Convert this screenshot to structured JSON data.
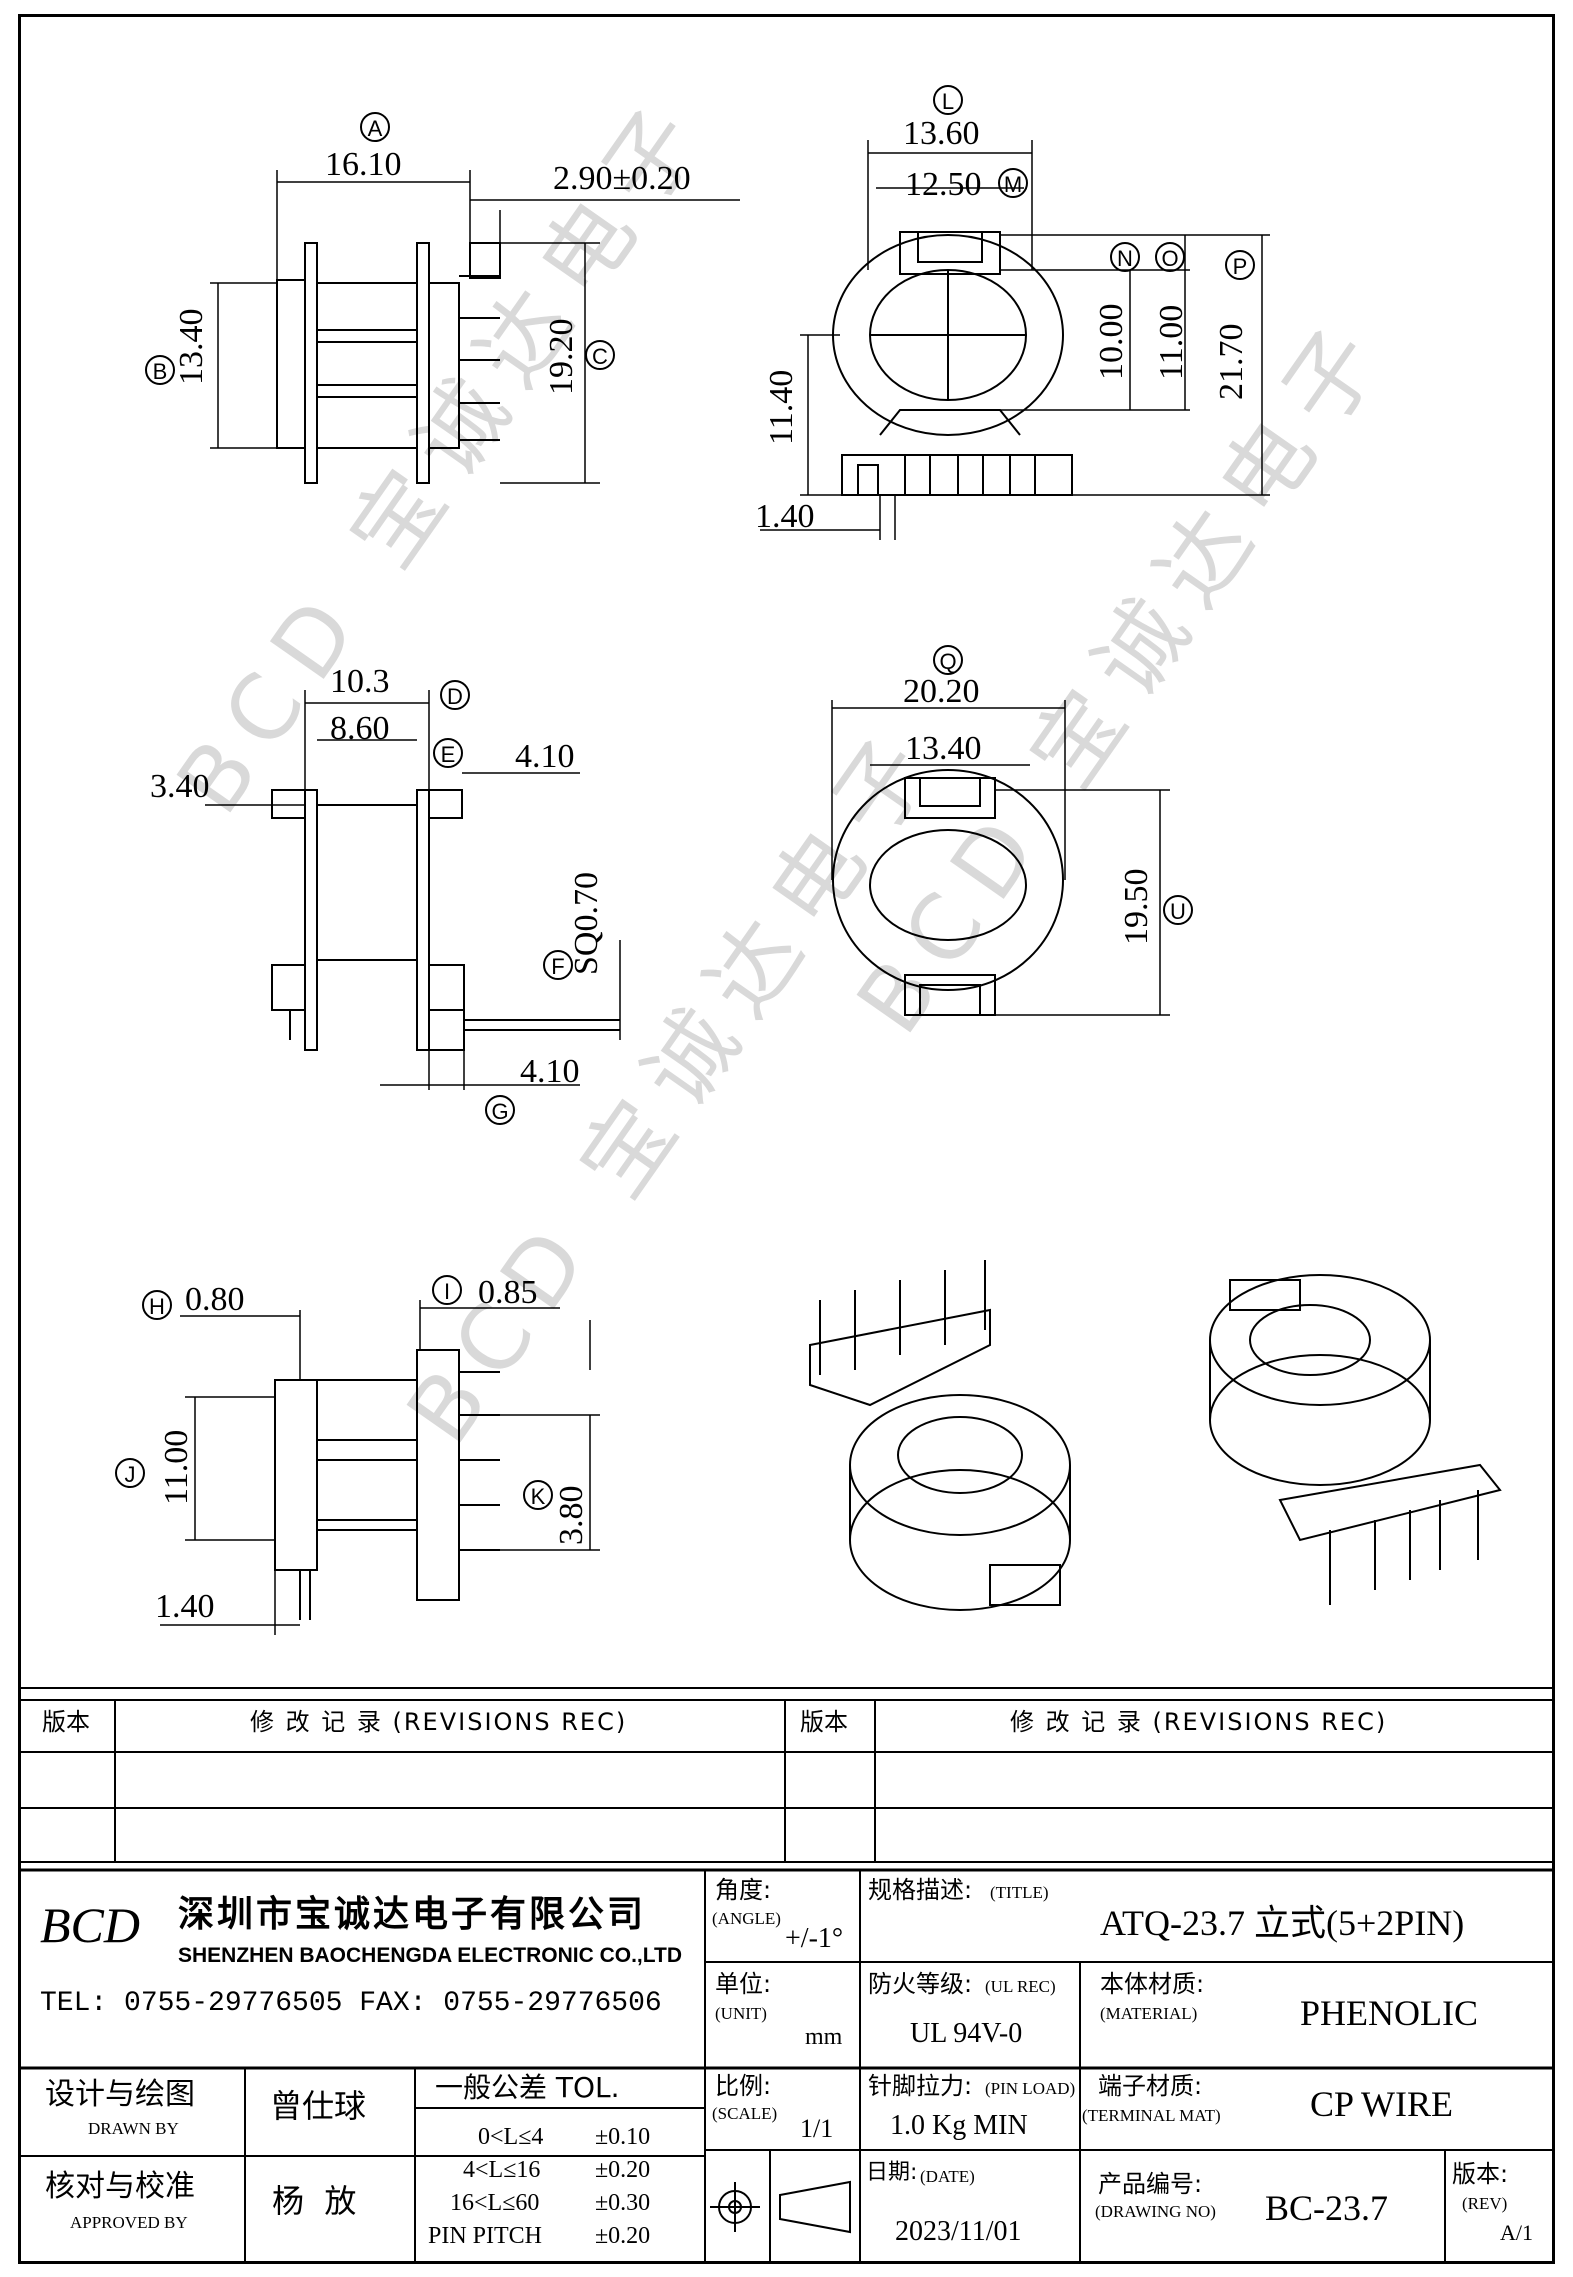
{
  "dimensions": {
    "a_16_10": "16.10",
    "tol_2_90": "2.90±0.20",
    "b_13_40": "13.40",
    "c_19_20": "19.20",
    "l_13_60": "13.60",
    "m_12_50": "12.50",
    "n_10_00": "10.00",
    "o_11_00": "11.00",
    "p_21_70": "21.70",
    "h_11_40": "11.40",
    "w_1_40_top": "1.40",
    "d_10_3": "10.3",
    "e_8_60": "8.60",
    "w_3_40": "3.40",
    "e_4_10_top": "4.10",
    "f_sq": "SQ0.70",
    "g_4_10_bot": "4.10",
    "q_20_20": "20.20",
    "q_13_40": "13.40",
    "u_19_50": "19.50",
    "h_0_80": "0.80",
    "i_0_85": "0.85",
    "j_11_00": "11.00",
    "k_3_80": "3.80",
    "w_1_40_bot": "1.40"
  },
  "markers": {
    "A": "A",
    "B": "B",
    "C": "C",
    "D": "D",
    "E": "E",
    "F": "F",
    "G": "G",
    "H": "H",
    "I": "I",
    "J": "J",
    "K": "K",
    "L": "L",
    "M": "M",
    "N": "N",
    "O": "O",
    "P": "P",
    "Q": "Q",
    "U": "U"
  },
  "watermark": {
    "text1": "BCD 宝诚达电子",
    "text2": "BCD 宝诚达电子",
    "text3": "BCD 宝诚达电子"
  },
  "revisions": {
    "ver_label": "版本",
    "rec_label": "修 改 记 录 (REVISIONS REC)",
    "ver_label2": "版本",
    "rec_label2": "修 改 记 录 (REVISIONS REC)"
  },
  "company": {
    "logo": "BCD",
    "name_cn": "深圳市宝诚达电子有限公司",
    "name_en": "SHENZHEN BAOCHENGDA ELECTRONIC CO.,LTD",
    "tel": "TEL: 0755-29776505  FAX: 0755-29776506"
  },
  "title_block": {
    "angle_label": "角度:",
    "angle_en": "(ANGLE)",
    "angle_value": "+/-1°",
    "title_label": "规格描述:",
    "title_en": "(TITLE)",
    "title_value": "ATQ-23.7 立式(5+2PIN)",
    "unit_label": "单位:",
    "unit_en": "(UNIT)",
    "unit_value": "mm",
    "fire_label": "防火等级:",
    "fire_en": "(UL REC)",
    "fire_value": "UL 94V-0",
    "material_label": "本体材质:",
    "material_en": "(MATERIAL)",
    "material_value": "PHENOLIC",
    "drawn_label": "设计与绘图",
    "drawn_en": "DRAWN BY",
    "drawn_value": "曾仕球",
    "tol_label": "一般公差 TOL.",
    "tol_rows": [
      {
        "range": "0<L≤4",
        "value": "±0.10"
      },
      {
        "range": "4<L≤16",
        "value": "±0.20"
      },
      {
        "range": "16<L≤60",
        "value": "±0.30"
      },
      {
        "range": "PIN PITCH",
        "value": "±0.20"
      }
    ],
    "scale_label": "比例:",
    "scale_en": "(SCALE)",
    "scale_value": "1/1",
    "pin_label": "针脚拉力:",
    "pin_en": "(PIN LOAD)",
    "pin_value": "1.0 Kg MIN",
    "terminal_label": "端子材质:",
    "terminal_en": "(TERMINAL MAT)",
    "terminal_value": "CP WIRE",
    "approved_label": "核对与校准",
    "approved_en": "APPROVED BY",
    "approved_value": "杨  放",
    "date_label": "日期:",
    "date_en": "(DATE)",
    "date_value": "2023/11/01",
    "drawing_label": "产品编号:",
    "drawing_en": "(DRAWING NO)",
    "drawing_value": "BC-23.7",
    "rev_label": "版本:",
    "rev_en": "(REV)",
    "rev_value": "A/1"
  }
}
